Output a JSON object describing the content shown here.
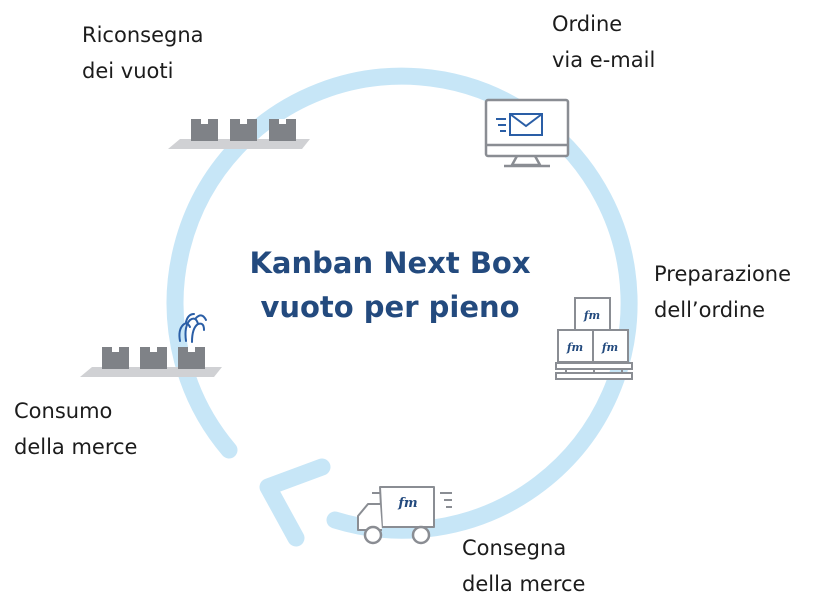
{
  "center": {
    "title_line1": "Kanban Next Box",
    "title_line2": "vuoto per pieno"
  },
  "steps": {
    "ordine": {
      "line1": "Ordine",
      "line2": "via e-mail"
    },
    "preparazione": {
      "line1": "Preparazione",
      "line2": "dell’ordine"
    },
    "consegna": {
      "line1": "Consegna",
      "line2": "della merce"
    },
    "consumo": {
      "line1": "Consumo",
      "line2": "della merce"
    },
    "riconsegna": {
      "line1": "Riconsegna",
      "line2": "dei vuoti"
    }
  },
  "box_logo": "fm",
  "colors": {
    "cycle": "#c7e6f7",
    "title": "#234a7e",
    "icon_outline": "#8a8d93",
    "box_fill": "#7f8287",
    "shelf": "#d0d1d4",
    "email_blue": "#2a5ea6"
  }
}
